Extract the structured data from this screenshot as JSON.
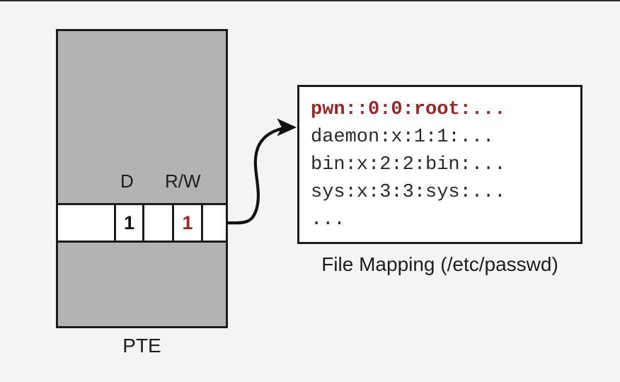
{
  "diagram": {
    "title": "PTE to file mapping diagram",
    "background_color": "#f4f4f4",
    "accent_red": "#a02424",
    "gray_fill": "#b3b3b3",
    "stroke_color": "#1c1c1c"
  },
  "pte": {
    "caption": "PTE",
    "flag_labels": {
      "dirty": "D",
      "read_write": "R/W"
    },
    "cells": [
      {
        "value": "",
        "color": "#151515"
      },
      {
        "value": "1",
        "color": "#151515"
      },
      {
        "value": "",
        "color": "#151515"
      },
      {
        "value": "1",
        "color": "#a82020"
      },
      {
        "value": "",
        "color": "#151515"
      }
    ]
  },
  "file_mapping": {
    "caption": "File Mapping (/etc/passwd)",
    "lines": [
      {
        "text": "pwn::0:0:root:...",
        "highlight": true
      },
      {
        "text": "daemon:x:1:1:...",
        "highlight": false
      },
      {
        "text": "bin:x:2:2:bin:...",
        "highlight": false
      },
      {
        "text": "sys:x:3:3:sys:...",
        "highlight": false
      },
      {
        "text": "...",
        "highlight": false
      }
    ]
  },
  "arrow": {
    "label": "pte-to-file-mapping-arrow",
    "from": "pte-flags-row-right-edge",
    "to": "file-mapping-box-left-edge"
  }
}
